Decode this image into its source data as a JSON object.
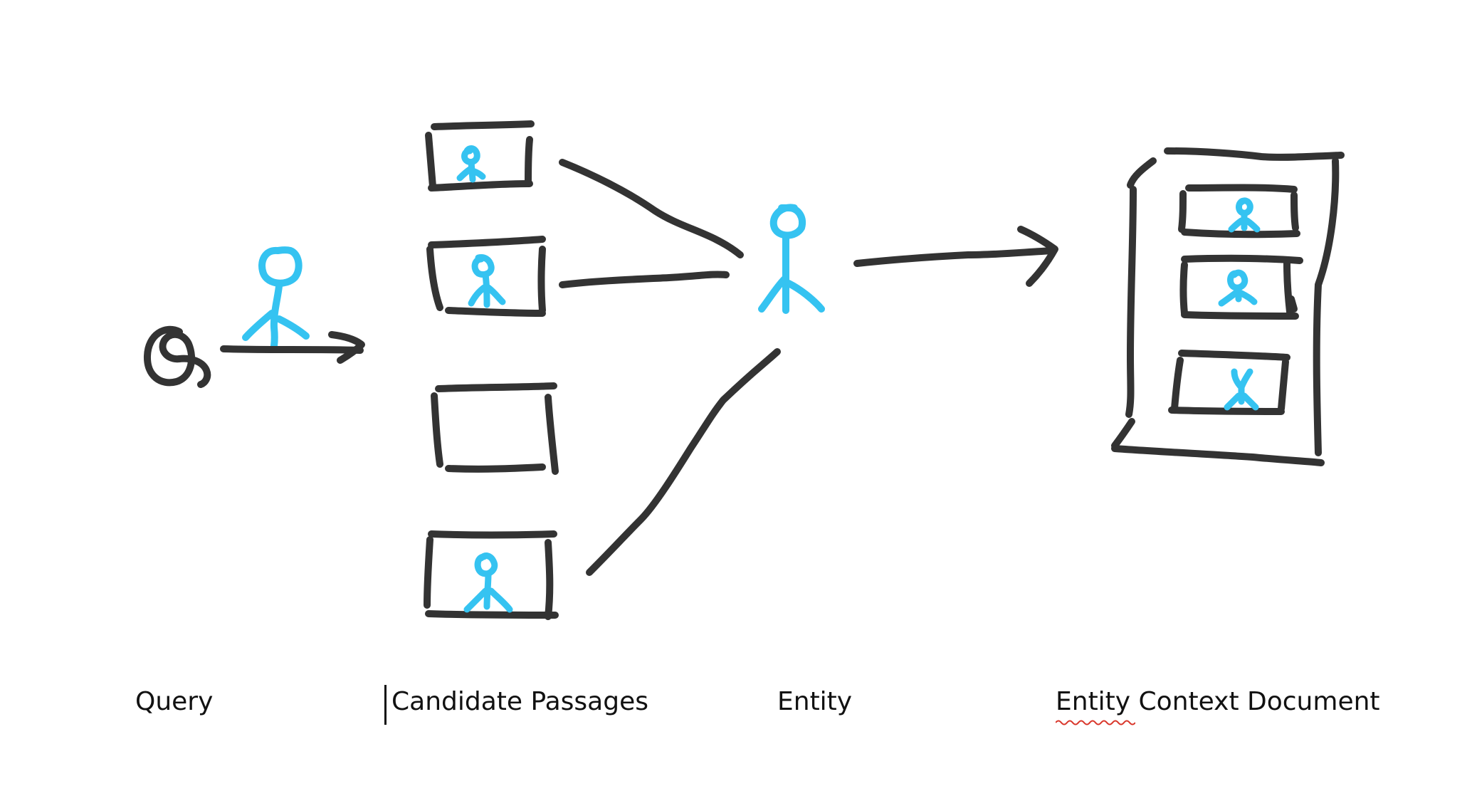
{
  "labels": {
    "query": "Query",
    "candidate_passages": "Candidate Passages",
    "entity": "Entity",
    "entity_context_document": "Entity Context Document"
  },
  "colors": {
    "ink": "#333333",
    "entity_figure": "#35c3f1",
    "spellcheck_underline": "#d9372b"
  },
  "icons": {
    "query": "magnifier-icon",
    "entity": "stick-figure-icon",
    "passage": "rectangle-box"
  }
}
